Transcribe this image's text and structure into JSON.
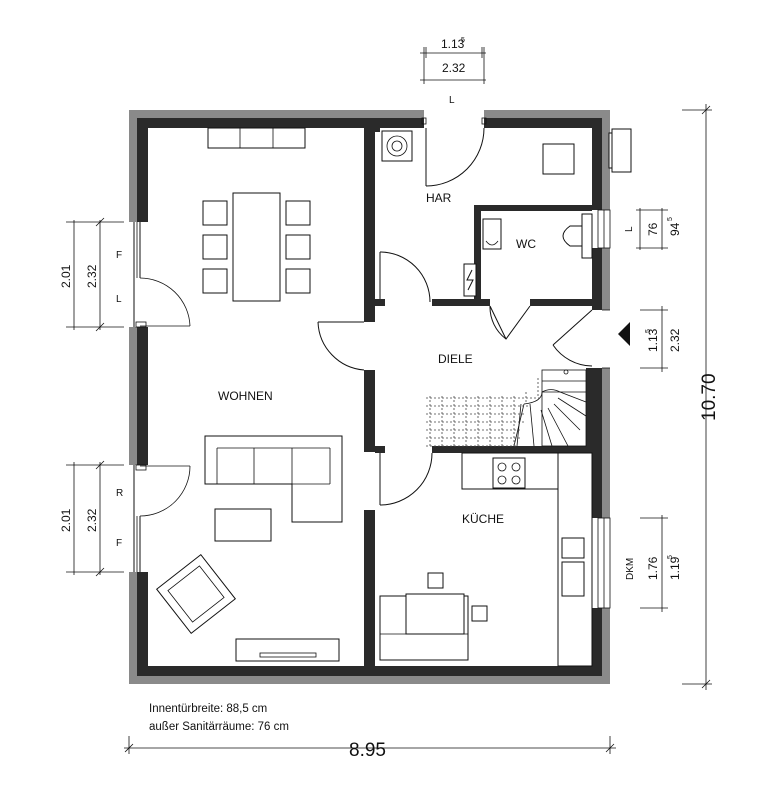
{
  "rooms": {
    "har": "HAR",
    "wc": "WC",
    "diele": "DIELE",
    "wohnen": "WOHNEN",
    "kueche": "KÜCHE"
  },
  "dimensions": {
    "door_top_main": "1.13",
    "door_top_sup": "5",
    "door_top_outer": "2.32",
    "door_top_label": "L",
    "left_win1_inner": "2.01",
    "left_win1_outer": "2.32",
    "left_win1_f": "F",
    "left_win1_l": "L",
    "left_win2_inner": "2.01",
    "left_win2_outer": "2.32",
    "left_win2_r": "R",
    "left_win2_f": "F",
    "right_wc_label": "L",
    "right_wc_a": "76",
    "right_wc_b_main": "94",
    "right_wc_b_sup": "5",
    "right_door_a_main": "1.13",
    "right_door_a_sup": "5",
    "right_door_b": "2.32",
    "right_kitchen_label": "DKM",
    "right_kitchen_a": "1.76",
    "right_kitchen_b_main": "1.19",
    "right_kitchen_b_sup": "5",
    "total_height": "10.70",
    "total_width": "8.95"
  },
  "notes": {
    "line1": "Innentürbreite: 88,5 cm",
    "line2": "außer Sanitärräume: 76 cm"
  }
}
